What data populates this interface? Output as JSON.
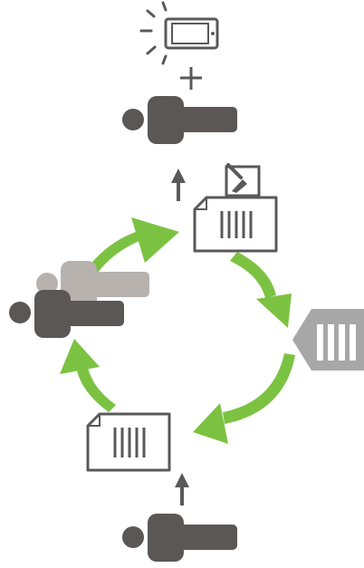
{
  "diagram": {
    "colors": {
      "person_dark": "#5a5756",
      "person_light": "#b7b2ae",
      "arrow_green": "#7cc242",
      "outline": "#595959",
      "institution": "#a7a7a7",
      "background": "#ffffff"
    },
    "nodes": [
      {
        "id": "smartphone",
        "icon": "phone-with-signal-icon"
      },
      {
        "id": "plus",
        "icon": "plus-sign-icon"
      },
      {
        "id": "top-person",
        "icon": "person-icon"
      },
      {
        "id": "signed-document",
        "icon": "document-with-pen-icon"
      },
      {
        "id": "institution",
        "icon": "bank-building-icon"
      },
      {
        "id": "bottom-document",
        "icon": "document-icon"
      },
      {
        "id": "bottom-person",
        "icon": "person-icon"
      },
      {
        "id": "two-people",
        "icon": "two-persons-icon"
      }
    ],
    "flows": [
      {
        "from": "two-people",
        "to": "signed-document",
        "style": "green-curved-arrow"
      },
      {
        "from": "signed-document",
        "to": "institution",
        "style": "green-curved-arrow"
      },
      {
        "from": "institution",
        "to": "bottom-document",
        "style": "green-curved-arrow"
      },
      {
        "from": "bottom-document",
        "to": "two-people",
        "style": "green-curved-arrow"
      },
      {
        "from": "signed-document",
        "to": "top-person",
        "style": "gray-straight-arrow"
      },
      {
        "from": "bottom-person",
        "to": "bottom-document",
        "style": "gray-straight-arrow"
      }
    ]
  }
}
